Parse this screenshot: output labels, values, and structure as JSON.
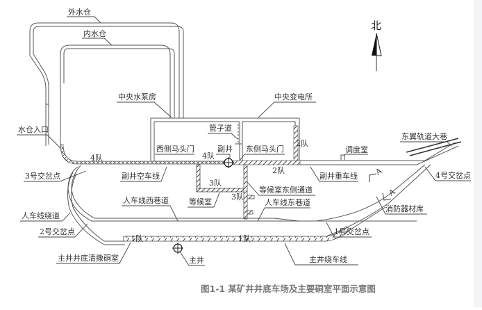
{
  "north": {
    "label": "北"
  },
  "caption": "图1-1 某矿井井底车场及主要硐室平面示意图",
  "labels": {
    "outer_sump": "外水仓",
    "inner_sump": "内水仓",
    "pump_room": "中央水泵房",
    "substation": "中央变电所",
    "sump_entrance": "水仓入口",
    "pipe_way": "管子道",
    "west_horse_gate": "西侧马头门",
    "auxiliary_shaft": "副井",
    "east_horse_gate": "东侧马头门",
    "dispatch_room": "调度室",
    "east_wing_track": "东翼轨道大巷",
    "junction_3": "3号交岔点",
    "junction_4": "4号交岔点",
    "junction_2": "2号交岔点",
    "junction_1": "1号交岔点",
    "aux_empty_line": "副井空车线",
    "aux_loaded_line": "副井重车线",
    "man_car_bypass": "人车线绕道",
    "man_car_west": "人车线西巷道",
    "waiting_room": "等候室",
    "waiting_east_passage": "等候室东侧通道",
    "man_car_east": "人车线东巷道",
    "fire_equipment": "消防器材库",
    "main_shaft_sump_room": "主井井底清撒硐室",
    "main_shaft": "主井",
    "main_shaft_bypass": "主井绕车线"
  },
  "teams": {
    "team4_a": "4队",
    "team4_b": "4队",
    "team2_a": "2队",
    "team2_b": "2队",
    "team3_a": "3队",
    "team3_b": "3队",
    "team1_a": "1队",
    "team1_b": "1队"
  },
  "section_marks": {
    "a_top": "A",
    "a_bottom": "A"
  },
  "colors": {
    "line": "#555555",
    "text": "#333333",
    "caption": "#7a7a7a",
    "background": "#ffffff"
  }
}
